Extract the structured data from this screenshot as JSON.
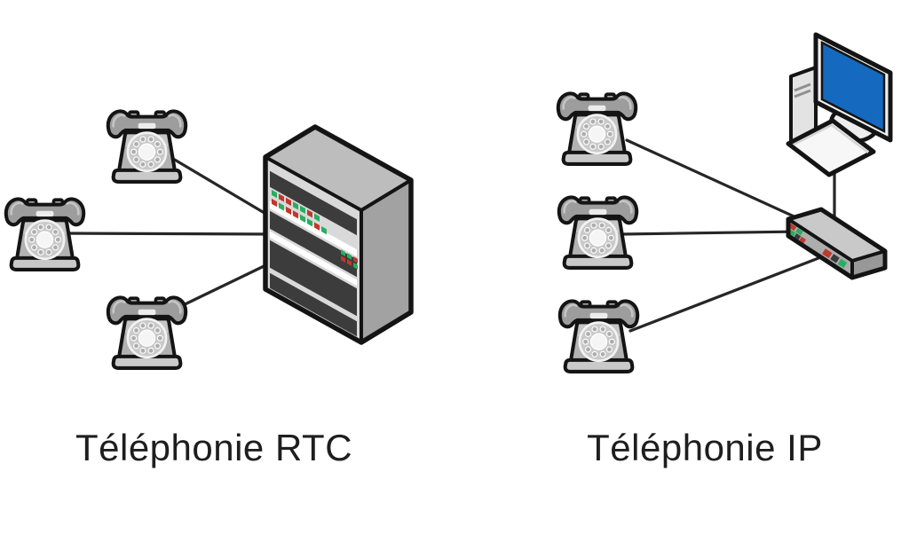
{
  "sections": [
    {
      "id": "rtc",
      "label": "Téléphonie RTC",
      "phone_count": 3,
      "hub_icon": "pbx-rack-icon"
    },
    {
      "id": "ip",
      "label": "Téléphonie IP",
      "phone_count": 3,
      "hub_icon": "network-switch-icon",
      "endpoint_icon": "desktop-computer-icon"
    }
  ],
  "colors": {
    "background": "#ffffff",
    "line": "#262626",
    "outline": "#141414",
    "phone_body": "#b2b2b2",
    "rack_front": "#d9d9d9",
    "rack_top": "#bdbdbd",
    "rack_side": "#a2a2a2",
    "slot_dark": "#3c3c3c",
    "screen_blue": "#1569bf",
    "led_red": "#c0392b",
    "led_green": "#27ae60"
  }
}
